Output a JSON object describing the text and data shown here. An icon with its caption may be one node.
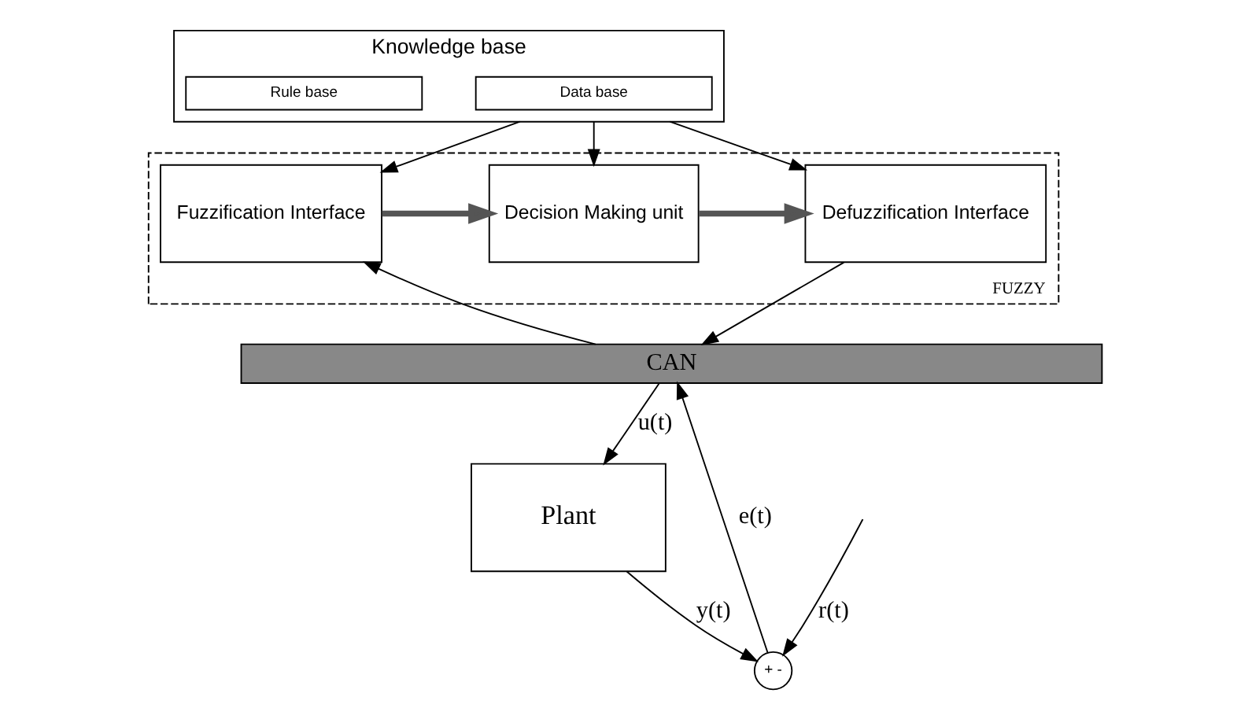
{
  "diagram": {
    "nodes": [
      {
        "text": [
          "Knowledge base"
        ]
      },
      {
        "text": [
          "Data base"
        ],
        "in": 0
      },
      {
        "text": [
          "Rule base"
        ],
        "in": 0
      },
      {
        "text": [
          "FUZZY"
        ]
      },
      {
        "text": [
          "Fuzzification Interface"
        ],
        "in": 3
      },
      {
        "text": [
          "Decision Making unit"
        ],
        "in": 3
      },
      {
        "text": [
          "Defuzzification Interface"
        ],
        "in": 3
      },
      {
        "text": [
          "CAN"
        ]
      },
      {
        "text": [
          "+ -"
        ]
      },
      {
        "text": [
          "Plant"
        ]
      }
    ],
    "edges": [
      {
        "from": 0,
        "to": 4,
        "arrow": "to"
      },
      {
        "from": 0,
        "to": 5,
        "arrow": "to"
      },
      {
        "from": 0,
        "to": 6,
        "arrow": "to"
      },
      {
        "from": 4,
        "to": 5,
        "arrow": "to",
        "style": "thick",
        "color": "#555555"
      },
      {
        "from": 5,
        "to": 6,
        "arrow": "to",
        "style": "thick",
        "color": "#555555"
      },
      {
        "from": 7,
        "to": 4,
        "arrow": "to"
      },
      {
        "from": 6,
        "to": 7,
        "arrow": "to"
      },
      {
        "from": 8,
        "to": 7,
        "arrow": "to",
        "label": "e(t)"
      },
      {
        "from": 7,
        "to": 9,
        "arrow": "to",
        "label": "u(t)"
      },
      {
        "from": 9,
        "to": 8,
        "arrow": "to",
        "label": "y(t)"
      },
      {
        "from": null,
        "to": 8,
        "arrow": "to",
        "label": "r(t)"
      }
    ]
  }
}
